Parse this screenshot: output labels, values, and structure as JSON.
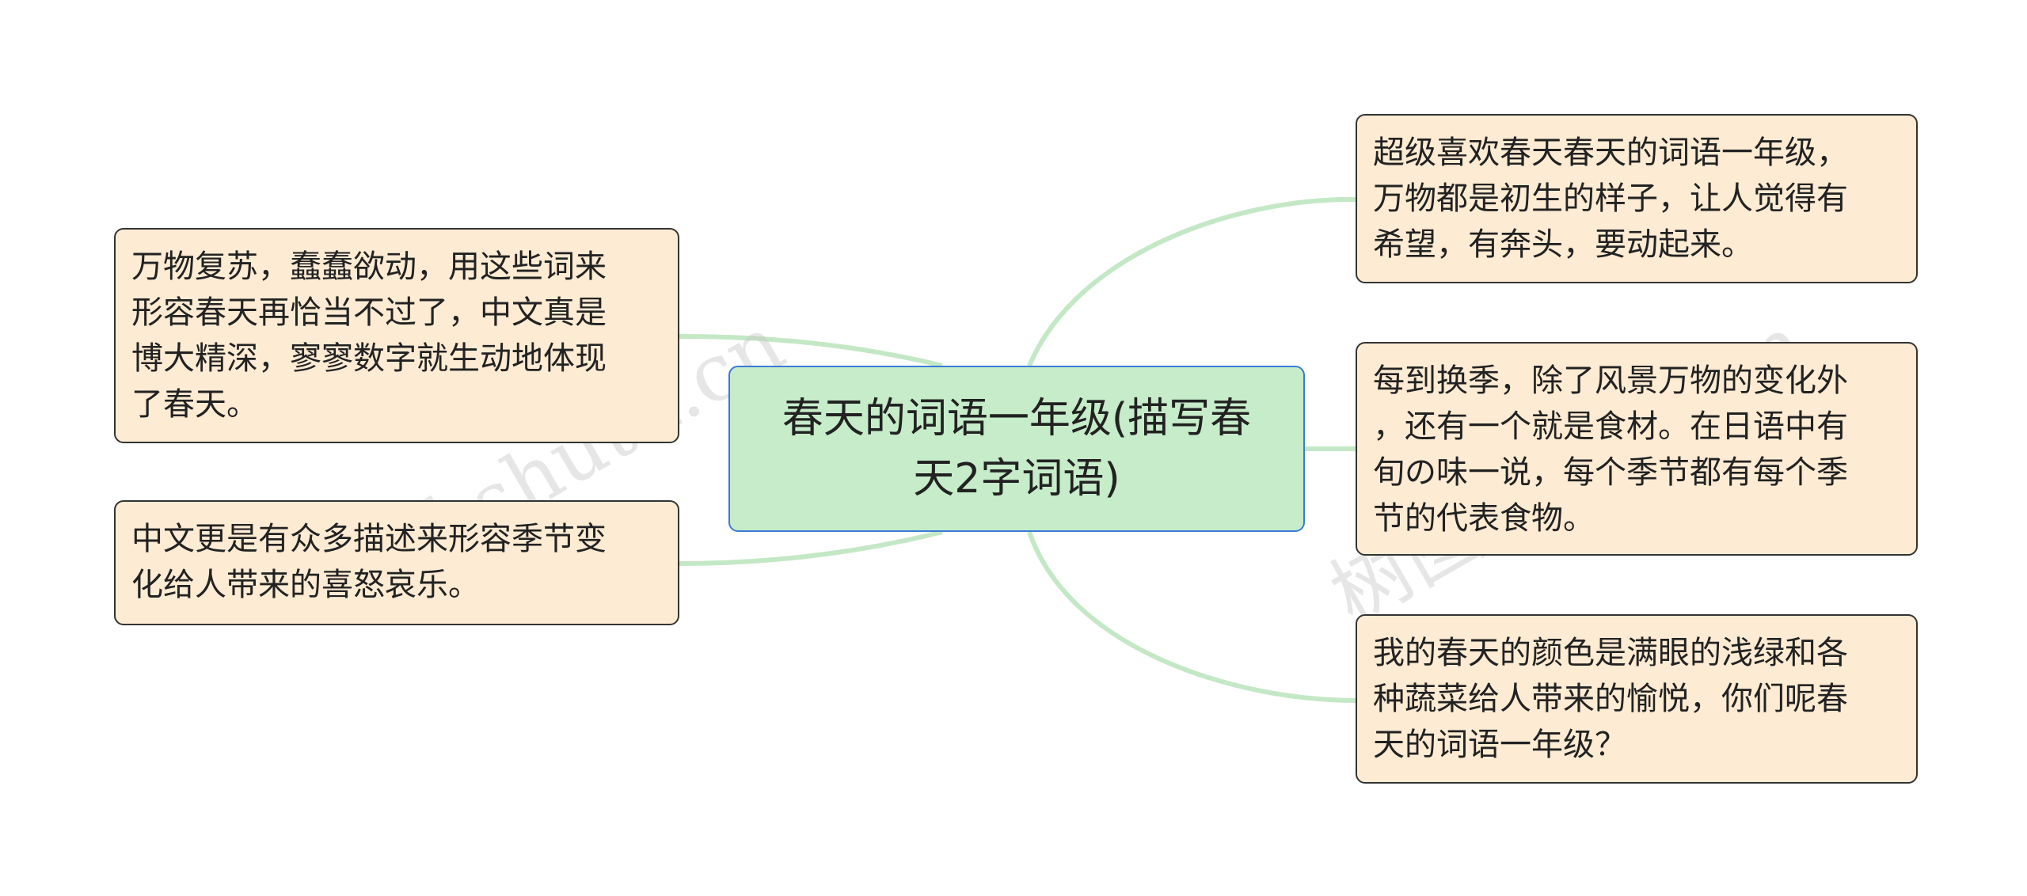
{
  "root": {
    "text": "春天的词语一年级(描写春\n天2字词语)"
  },
  "left_nodes": [
    {
      "text": "万物复苏，蠢蠢欲动，用这些词来\n形容春天再恰当不过了，中文真是\n博大精深，寥寥数字就生动地体现\n了春天。"
    },
    {
      "text": "中文更是有众多描述来形容季节变\n化给人带来的喜怒哀乐。"
    }
  ],
  "right_nodes": [
    {
      "text": "超级喜欢春天春天的词语一年级，\n万物都是初生的样子，让人觉得有\n希望，有奔头，要动起来。"
    },
    {
      "text": "每到换季，除了风景万物的变化外\n，还有一个就是食材。在日语中有\n旬の味一说，每个季节都有每个季\n节的代表食物。"
    },
    {
      "text": "我的春天的颜色是满眼的浅绿和各\n种蔬菜给人带来的愉悦，你们呢春\n天的词语一年级？"
    }
  ],
  "watermarks": [
    "树图 shutu.cn",
    "树图 shutu.cn"
  ],
  "colors": {
    "root_fill": "#c6ecc9",
    "root_border": "#3a7bd5",
    "leaf_fill": "#fdebd3",
    "leaf_border": "#333333",
    "connector": "#c4e8c6"
  }
}
